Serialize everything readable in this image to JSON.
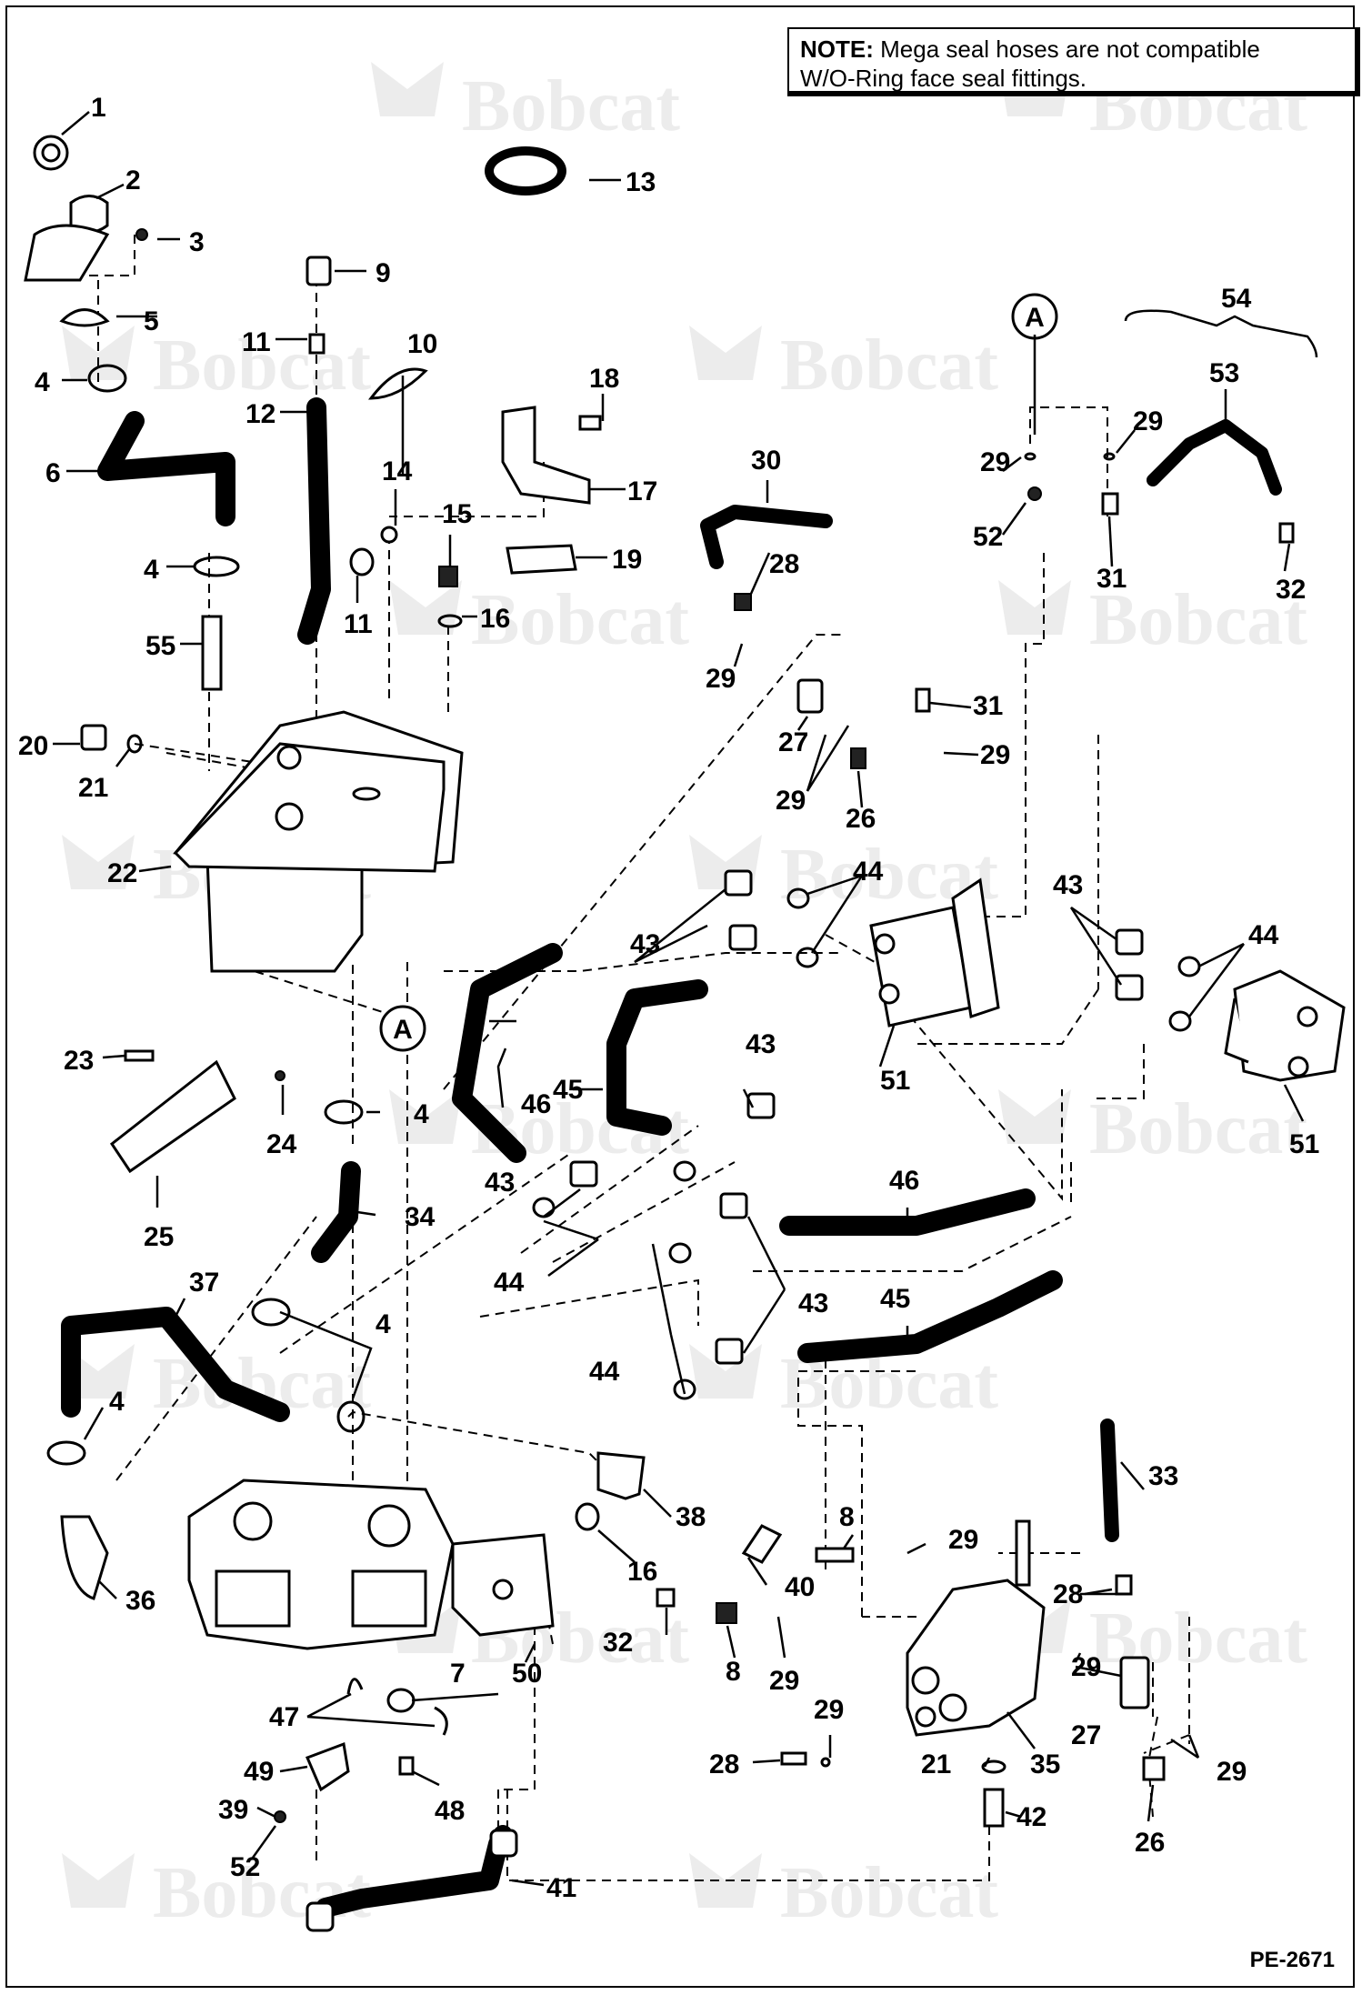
{
  "note": {
    "label": "NOTE:",
    "text_line1": " Mega seal hoses are not compatible",
    "text_line2": "W/O-Ring face seal fittings."
  },
  "watermark": "Bobcat",
  "ref_marker": "A",
  "drawing_number": "PE-2671",
  "callouts": [
    "1",
    "2",
    "3",
    "4",
    "5",
    "6",
    "7",
    "8",
    "9",
    "10",
    "11",
    "12",
    "13",
    "14",
    "15",
    "16",
    "17",
    "18",
    "19",
    "20",
    "21",
    "22",
    "23",
    "24",
    "25",
    "26",
    "27",
    "28",
    "29",
    "30",
    "31",
    "32",
    "33",
    "34",
    "35",
    "36",
    "37",
    "38",
    "39",
    "40",
    "41",
    "42",
    "43",
    "44",
    "45",
    "46",
    "47",
    "48",
    "49",
    "50",
    "51",
    "52",
    "53",
    "54",
    "55"
  ]
}
